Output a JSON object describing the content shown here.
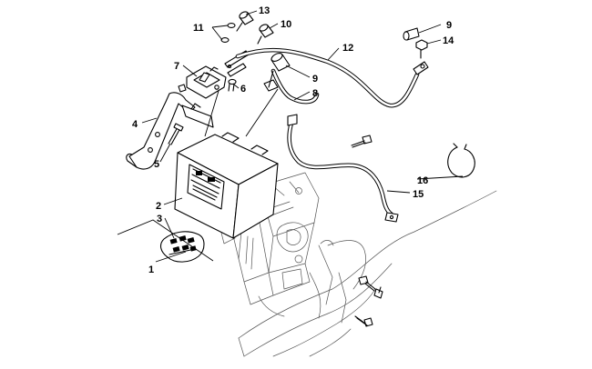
{
  "callouts": [
    {
      "id": "1",
      "label": "1"
    },
    {
      "id": "2",
      "label": "2"
    },
    {
      "id": "3",
      "label": "3"
    },
    {
      "id": "4",
      "label": "4"
    },
    {
      "id": "5",
      "label": "5"
    },
    {
      "id": "6",
      "label": "6"
    },
    {
      "id": "7",
      "label": "7"
    },
    {
      "id": "8",
      "label": "8"
    },
    {
      "id": "9a",
      "label": "9"
    },
    {
      "id": "9b",
      "label": "9"
    },
    {
      "id": "10",
      "label": "10"
    },
    {
      "id": "11",
      "label": "11"
    },
    {
      "id": "12",
      "label": "12"
    },
    {
      "id": "13",
      "label": "13"
    },
    {
      "id": "14",
      "label": "14"
    },
    {
      "id": "15",
      "label": "15"
    },
    {
      "id": "16",
      "label": "16"
    }
  ]
}
